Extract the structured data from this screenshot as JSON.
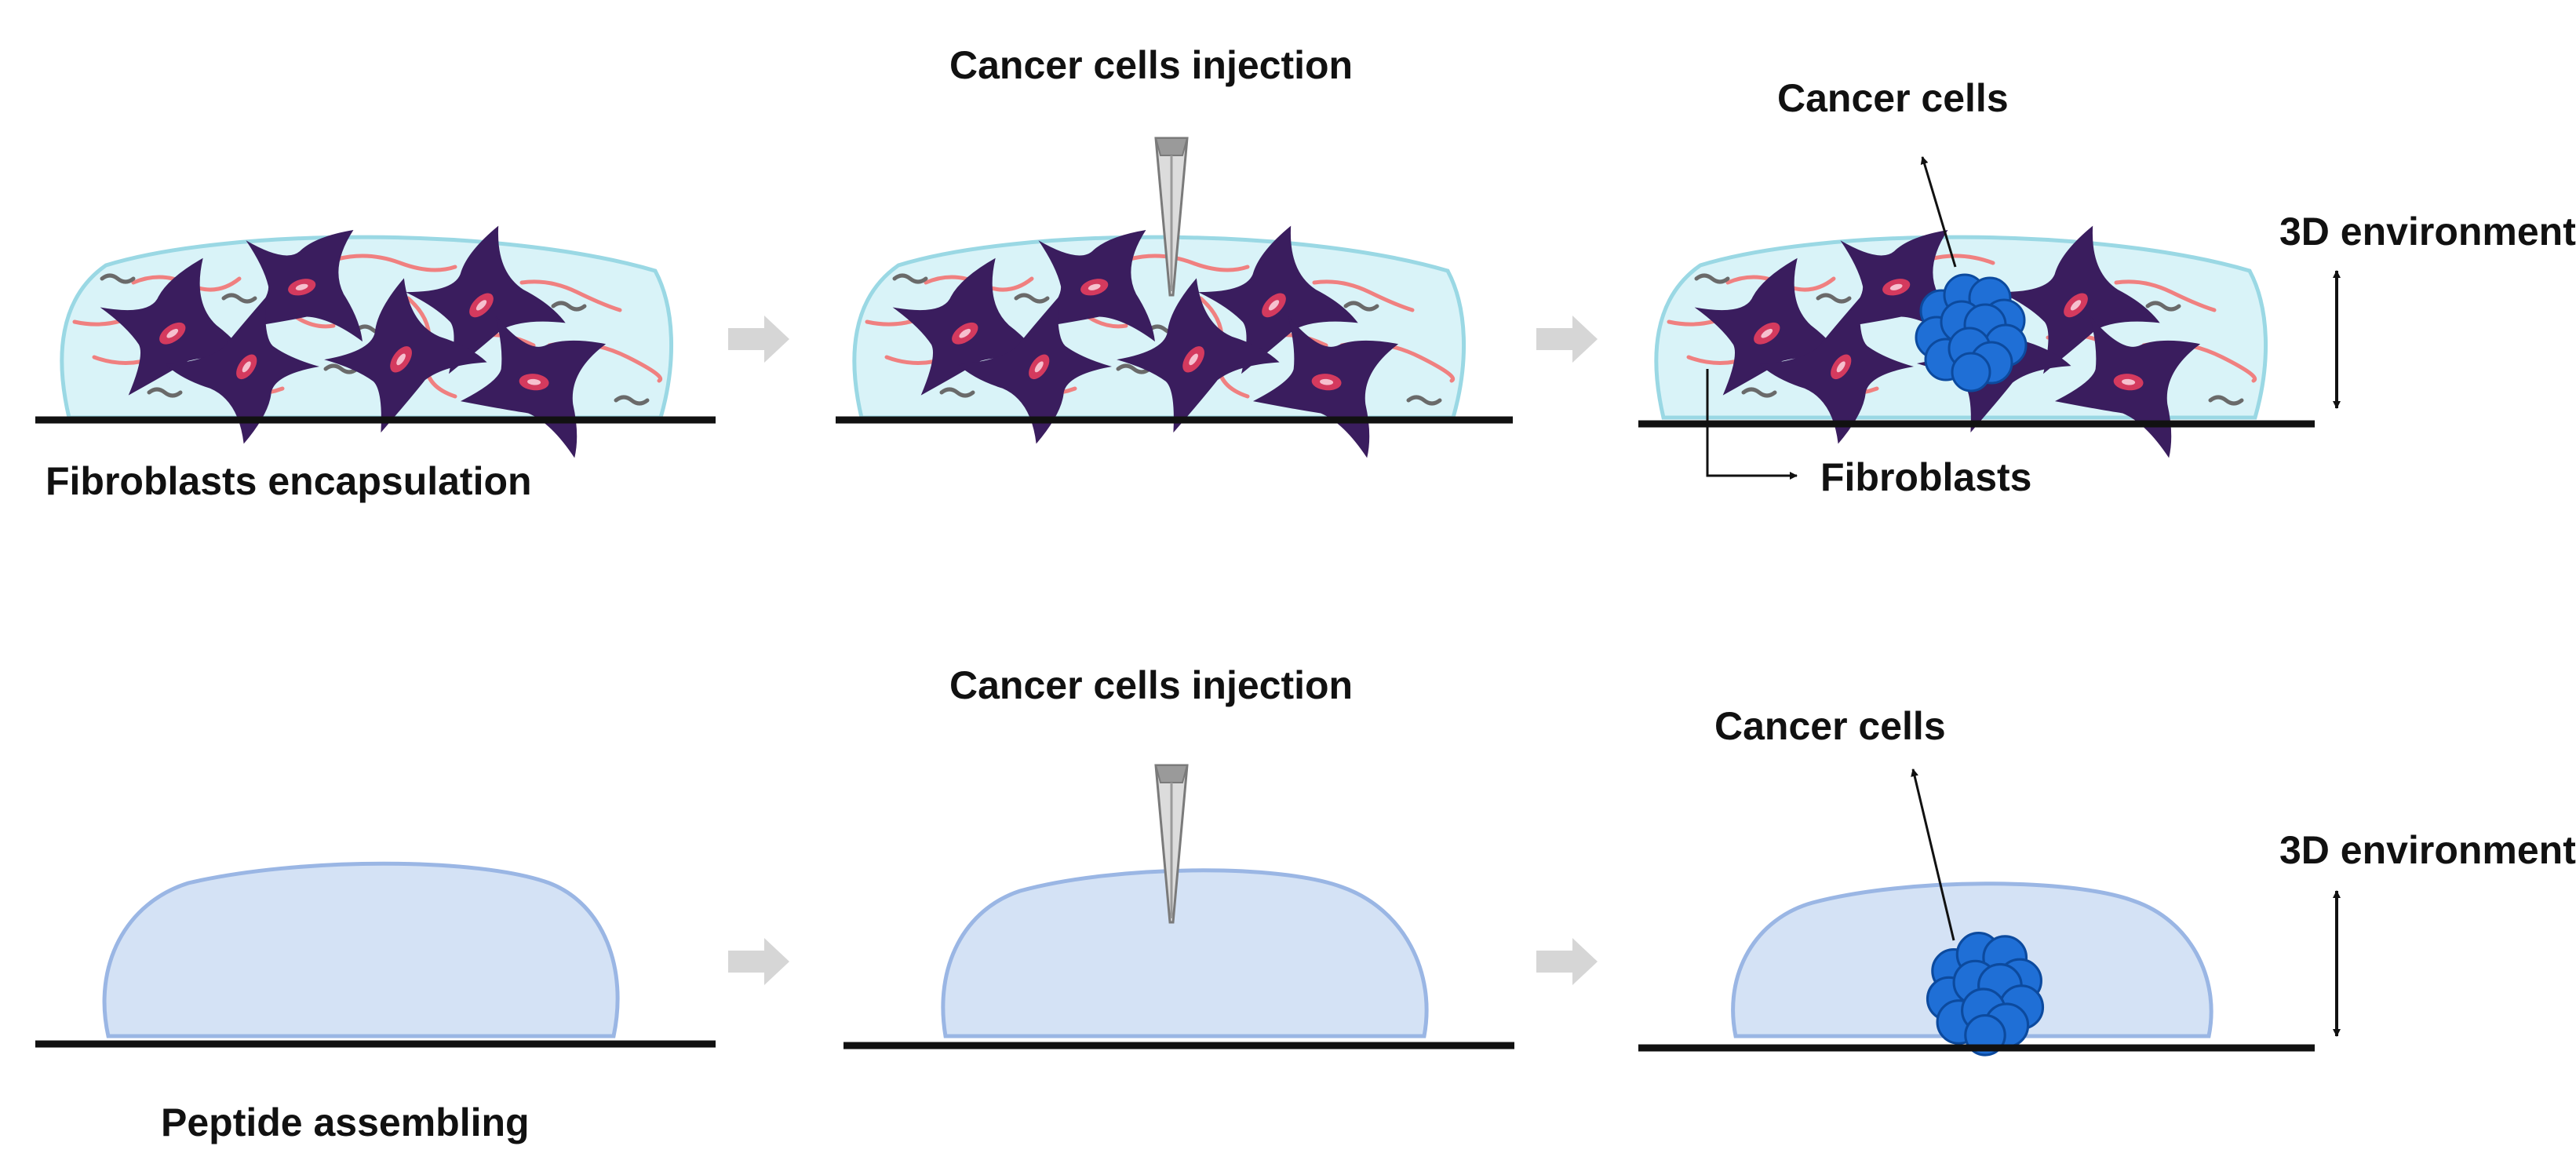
{
  "labels": {
    "fibroblasts_encapsulation": "Fibroblasts encapsulation",
    "cancer_cells_injection_top": "Cancer cells injection",
    "cancer_cells_top": "Cancer cells",
    "environment_top": "3D environment",
    "fibroblasts": "Fibroblasts",
    "cancer_cells_injection_bottom": "Cancer cells injection",
    "cancer_cells_bottom": "Cancer cells",
    "environment_bottom": "3D environment",
    "peptide_assembling": "Peptide assembling"
  },
  "colors": {
    "matrix_fill": "#d9f3f8",
    "matrix_stroke": "#9ad8e4",
    "gel_fill": "#d4e2f5",
    "gel_stroke": "#9ab6e4",
    "fibroblast": "#3a1d5e",
    "fibroblast_nucleus": "#d43a5e",
    "fiber_red": "#f08080",
    "fiber_grey": "#6a6a6a",
    "cancer_cell": "#1f6fd6",
    "cancer_cell_stroke": "#0c4a9e",
    "process_arrow": "#d6d6d6",
    "surface": "#111111"
  },
  "icons": {
    "needle": "needle-icon",
    "process_arrow": "process-arrow-icon",
    "cancer_cell_cluster": "cancer-cell-cluster-icon",
    "fibroblast": "fibroblast-cell-icon",
    "height_arrow": "double-headed-arrow-icon"
  }
}
